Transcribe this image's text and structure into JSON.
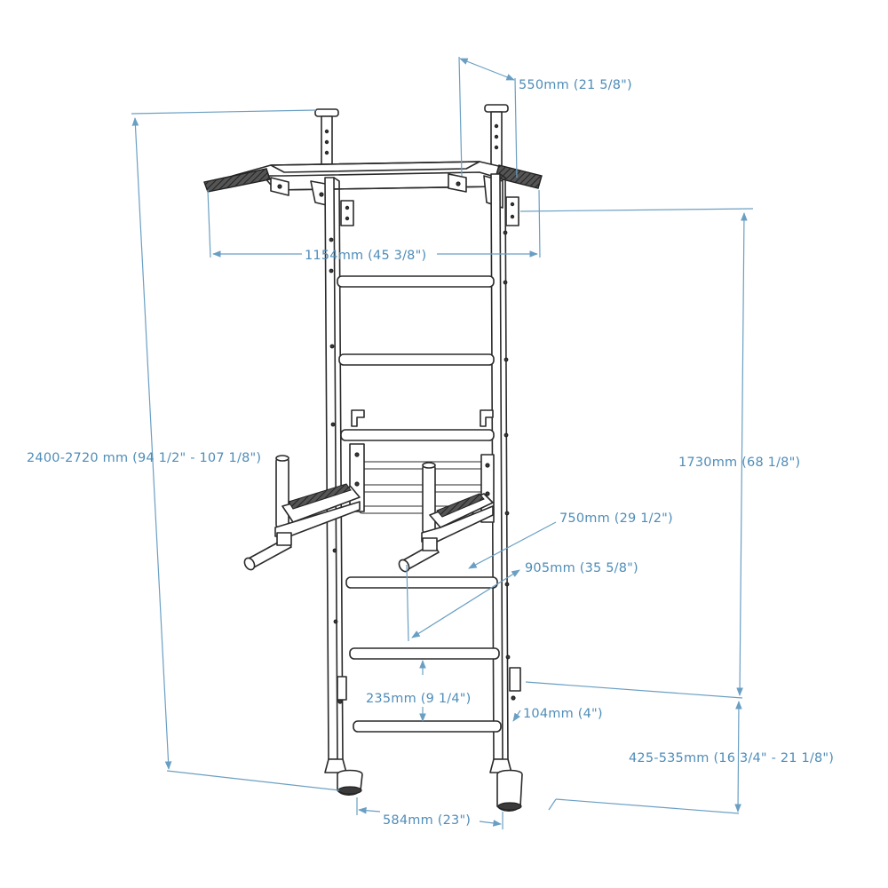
{
  "dimensions": {
    "top_depth": "550mm (21 5/8\")",
    "total_height": "2400-2720 mm (94 1/2\" - 107 1/8\")",
    "pullup_width": "1154mm (45 3/8\")",
    "upper_height": "1730mm (68 1/8\")",
    "dip_width": "750mm (29 1/2\")",
    "dip_depth": "905mm (35 5/8\")",
    "rung_spacing": "235mm (9 1/4\")",
    "wall_offset": "104mm (4\")",
    "lower_height": "425-535mm (16 3/4\" - 21 1/8\")",
    "frame_width": "584mm (23\")"
  },
  "colors": {
    "dimension": "#4f8db8",
    "linework": "#2a2a2a",
    "background": "#ffffff"
  }
}
